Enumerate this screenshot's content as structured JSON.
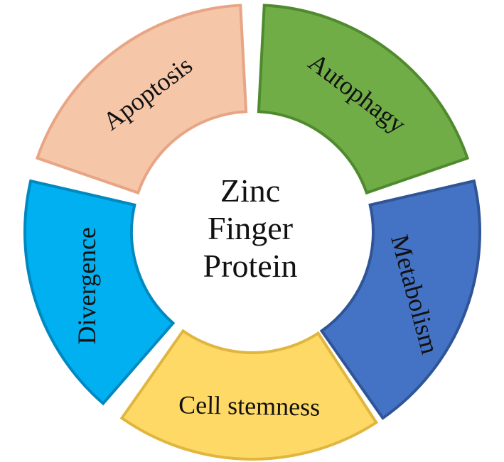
{
  "center": {
    "lines": [
      "Zinc",
      "Finger",
      "Protein"
    ]
  },
  "segments": [
    {
      "id": "apoptosis",
      "label": "Apoptosis",
      "fill": "#F5C6A8",
      "stroke": "#E8A585",
      "startDeg": 199,
      "endDeg": 267
    },
    {
      "id": "autophagy",
      "label": "Autophagy",
      "fill": "#70AD47",
      "stroke": "#4F8A2E",
      "startDeg": 273,
      "endDeg": 341
    },
    {
      "id": "metabolism",
      "label": "Metabolism",
      "fill": "#4472C4",
      "stroke": "#2F5597",
      "startDeg": 347,
      "endDeg": 415
    },
    {
      "id": "cell-stemness",
      "label": "Cell stemness",
      "fill": "#FFD966",
      "stroke": "#E0B63E",
      "startDeg": 57,
      "endDeg": 125
    },
    {
      "id": "divergence",
      "label": "Divergence",
      "fill": "#00B0F0",
      "stroke": "#0088C0",
      "startDeg": 131,
      "endDeg": 193
    }
  ]
}
